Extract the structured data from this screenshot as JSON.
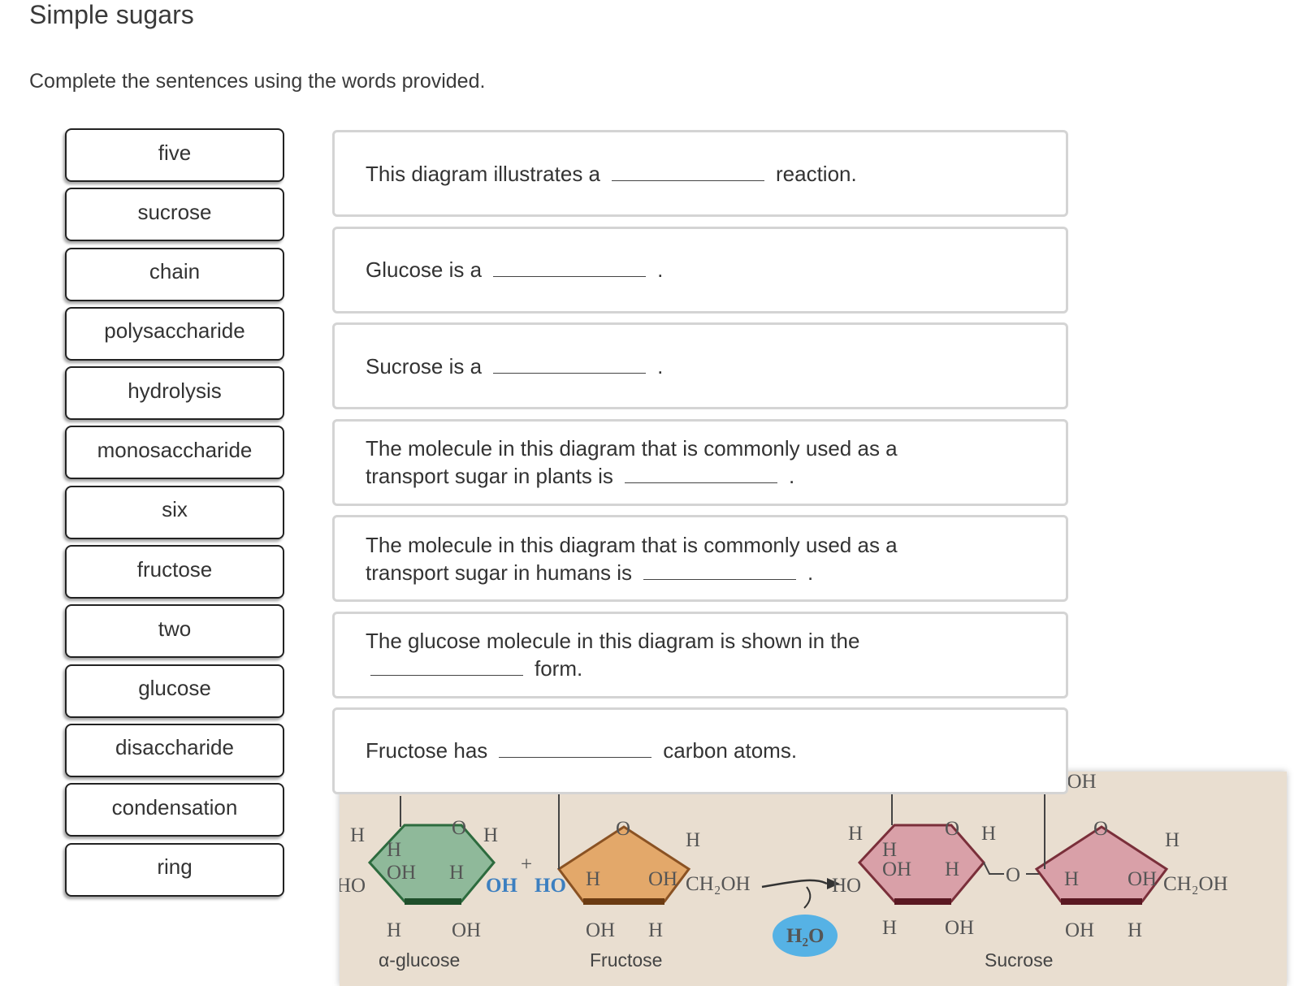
{
  "page": {
    "title": "Simple sugars",
    "instructions": "Complete the sentences using the words provided."
  },
  "word_bank": [
    "five",
    "sucrose",
    "chain",
    "polysaccharide",
    "hydrolysis",
    "monosaccharide",
    "six",
    "fructose",
    "two",
    "glucose",
    "disaccharide",
    "condensation",
    "ring"
  ],
  "sentences": [
    {
      "before": "This diagram illustrates a",
      "after": "reaction."
    },
    {
      "before": "Glucose is a",
      "after": "."
    },
    {
      "before": "Sucrose is a",
      "after": "."
    },
    {
      "line1": "The molecule in this diagram that is commonly used as a",
      "before": "transport sugar in plants is",
      "after": "."
    },
    {
      "line1": "The molecule in this diagram that is commonly used as a",
      "before": "transport sugar in humans is",
      "after": "."
    },
    {
      "line1": "The glucose molecule in this diagram is shown in the",
      "before": "",
      "after": "form."
    },
    {
      "before": "Fructose has",
      "after": "carbon atoms."
    }
  ],
  "diagram": {
    "labels": {
      "alpha_glucose": "α-glucose",
      "fructose": "Fructose",
      "sucrose": "Sucrose",
      "water": "H₂O",
      "plus": "+",
      "ch2oh": "CH₂OH",
      "oh": "OH",
      "ho": "HO",
      "h": "H",
      "o": "O"
    },
    "colors": {
      "glucose_ring": "#8fb99a",
      "fructose_ring": "#e3a86a",
      "sucrose_ring": "#d9a0a8",
      "background": "#e9ded0",
      "water_drop": "#56b2e5",
      "highlight": "#3c7fc0"
    }
  }
}
